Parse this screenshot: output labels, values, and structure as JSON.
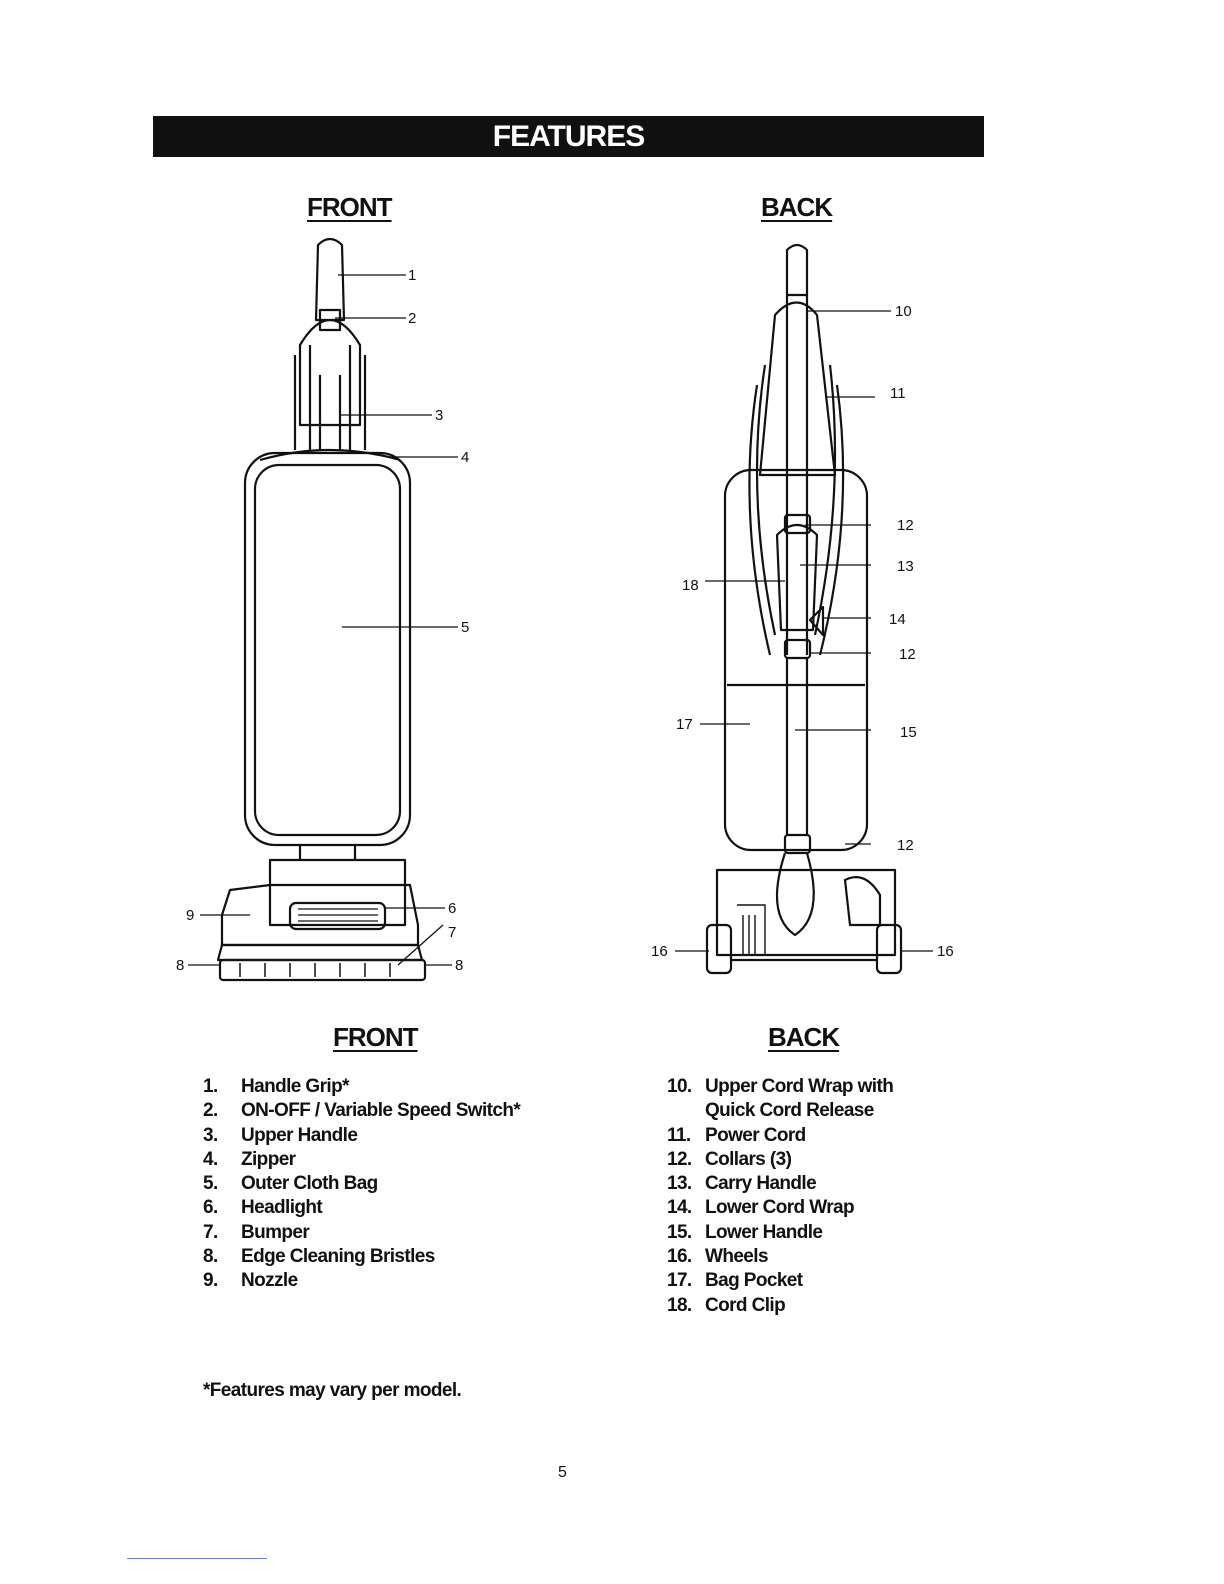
{
  "banner": {
    "title": "FEATURES"
  },
  "diagram": {
    "front_heading": "FRONT",
    "back_heading": "BACK",
    "front_callouts": [
      "1",
      "2",
      "3",
      "4",
      "5",
      "6",
      "7",
      "8",
      "8",
      "9"
    ],
    "back_callouts": [
      "10",
      "11",
      "12",
      "13",
      "14",
      "12",
      "15",
      "12",
      "16",
      "16",
      "17",
      "18"
    ]
  },
  "front_list": {
    "heading": "FRONT",
    "items": [
      {
        "num": "1.",
        "label": "Handle Grip*"
      },
      {
        "num": "2.",
        "label": "ON-OFF / Variable Speed Switch*"
      },
      {
        "num": "3.",
        "label": "Upper Handle"
      },
      {
        "num": "4.",
        "label": "Zipper"
      },
      {
        "num": "5.",
        "label": "Outer Cloth Bag"
      },
      {
        "num": "6.",
        "label": "Headlight"
      },
      {
        "num": "7.",
        "label": "Bumper"
      },
      {
        "num": "8.",
        "label": "Edge Cleaning Bristles"
      },
      {
        "num": "9.",
        "label": "Nozzle"
      }
    ]
  },
  "back_list": {
    "heading": "BACK",
    "items": [
      {
        "num": "10.",
        "label": "Upper Cord Wrap with",
        "continuation": "Quick Cord Release"
      },
      {
        "num": "11.",
        "label": "Power Cord"
      },
      {
        "num": "12.",
        "label": "Collars (3)"
      },
      {
        "num": "13.",
        "label": "Carry Handle"
      },
      {
        "num": "14.",
        "label": "Lower Cord Wrap"
      },
      {
        "num": "15.",
        "label": "Lower Handle"
      },
      {
        "num": "16.",
        "label": "Wheels"
      },
      {
        "num": "17.",
        "label": "Bag Pocket"
      },
      {
        "num": "18.",
        "label": "Cord Clip"
      }
    ]
  },
  "footnote": "*Features may vary per model.",
  "page_number": "5"
}
